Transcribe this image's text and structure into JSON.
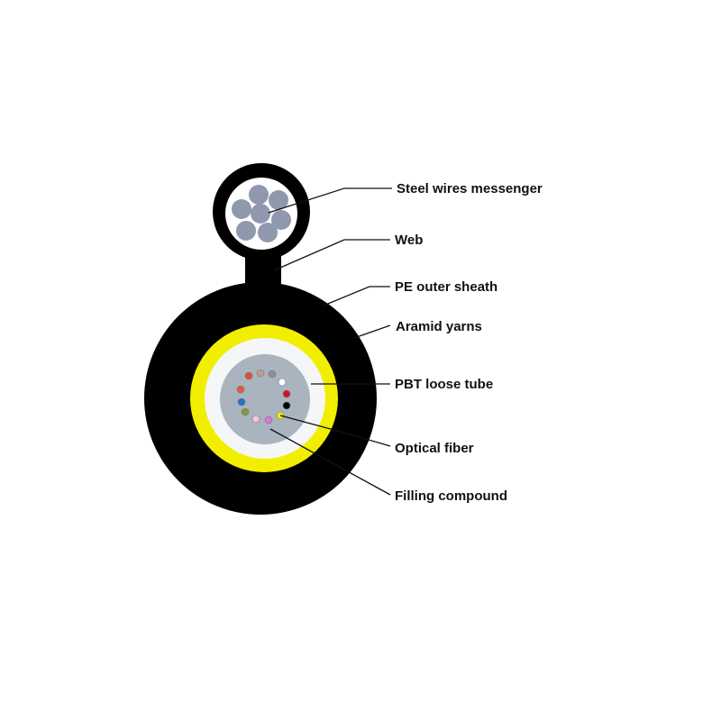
{
  "labels": {
    "steel_wires_messenger": "Steel wires messenger",
    "web": "Web",
    "pe_outer_sheath": "PE outer sheath",
    "aramid_yarns": "Aramid yarns",
    "pbt_loose_tube": "PBT loose tube",
    "optical_fiber": "Optical fiber",
    "filling_compound": "Filling compound"
  },
  "colors": {
    "sheath": "#000000",
    "steel_wire": "#8f98ad",
    "aramid_yarn": "#f2ee00",
    "tube_ring": "#f4f6f7",
    "filling_compound": "#a9b4bf",
    "fibers": [
      "#e4502b",
      "#c59a8b",
      "#8b9297",
      "#e05a3a",
      "#ffffff",
      "#2d72b8",
      "#d8111c",
      "#7e9b3f",
      "#f6c6da",
      "#d876d3",
      "#000000",
      "#f2ee00"
    ]
  }
}
